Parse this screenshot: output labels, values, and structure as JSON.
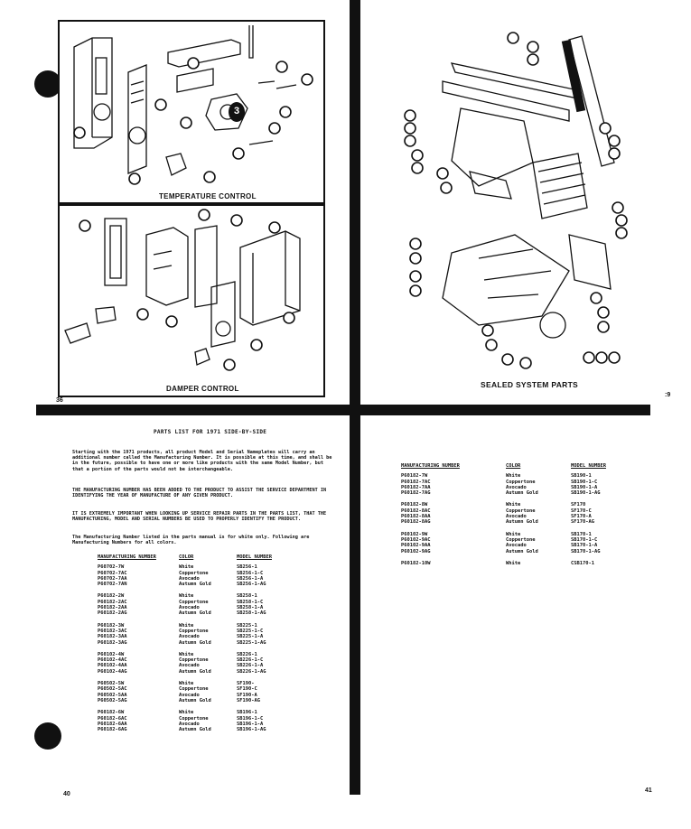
{
  "page_numbers": {
    "top_left": "36",
    "top_right": ":9",
    "bottom_left": "40",
    "bottom_right": "41"
  },
  "figures": {
    "temperature_control": "TEMPERATURE CONTROL",
    "damper_control": "DAMPER CONTROL",
    "sealed_system": "SEALED SYSTEM PARTS"
  },
  "stray_mark": "3",
  "parts_list": {
    "title": "PARTS LIST FOR 1971 SIDE-BY-SIDE",
    "paragraphs": [
      "Starting with the 1971 products, all product Model and Serial Nameplates will carry an additional number called the Manufacturing Number. It is possible at this time, and shall be in the future, possible to have one or more like products with the same Model Number, but that a portion of the parts would not be interchangeable.",
      "THE MANUFACTURING NUMBER HAS BEEN ADDED TO THE PRODUCT TO ASSIST THE SERVICE DEPARTMENT IN IDENTIFYING THE YEAR OF MANUFACTURE OF ANY GIVEN PRODUCT.",
      "IT IS EXTREMELY IMPORTANT WHEN LOOKING UP SERVICE REPAIR PARTS IN THE PARTS LIST, THAT THE MANUFACTURING, MODEL AND SERIAL NUMBERS BE USED TO PROPERLY IDENTIFY THE PRODUCT.",
      "The Manufacturing Number listed in the parts manual is for white only. Following are Manufacturing Numbers for all colors."
    ],
    "headers": {
      "mfg": "MANUFACTURING NUMBER",
      "color": "COLOR",
      "model": "MODEL NUMBER"
    },
    "left_groups": [
      [
        [
          "P60702-7W",
          "White",
          "SB256-1"
        ],
        [
          "P60702-7AC",
          "Coppertone",
          "SB256-1-C"
        ],
        [
          "P60702-7AA",
          "Avocado",
          "SB256-1-A"
        ],
        [
          "P60702-7AN",
          "Autumn Gold",
          "SB256-1-AG"
        ]
      ],
      [
        [
          "P60182-2W",
          "White",
          "SB258-1"
        ],
        [
          "P60182-2AC",
          "Coppertone",
          "SB258-1-C"
        ],
        [
          "P60182-2AA",
          "Avocado",
          "SB258-1-A"
        ],
        [
          "P60182-2AG",
          "Autumn Gold",
          "SB258-1-AG"
        ]
      ],
      [
        [
          "P60182-3W",
          "White",
          "SB225-1"
        ],
        [
          "P60182-3AC",
          "Coppertone",
          "SB225-1-C"
        ],
        [
          "P60182-3AA",
          "Avocado",
          "SB225-1-A"
        ],
        [
          "P60182-3AG",
          "Autumn Gold",
          "SB225-1-AG"
        ]
      ],
      [
        [
          "P60102-4W",
          "White",
          "SB226-1"
        ],
        [
          "P60102-4AC",
          "Coppertone",
          "SB226-1-C"
        ],
        [
          "P60102-4AA",
          "Avocado",
          "SB226-1-A"
        ],
        [
          "P60102-4AG",
          "Autumn Gold",
          "SB226-1-AG"
        ]
      ],
      [
        [
          "P60502-5W",
          "White",
          "SF190-"
        ],
        [
          "P60502-5AC",
          "Coppertone",
          "SF190-C"
        ],
        [
          "P60502-5AA",
          "Avocado",
          "SF190-A"
        ],
        [
          "P60502-5AG",
          "Autumn Gold",
          "SF190-AG"
        ]
      ],
      [
        [
          "P60182-6W",
          "White",
          "SB196-1"
        ],
        [
          "P60182-6AC",
          "Coppertone",
          "SB196-1-C"
        ],
        [
          "P60182-6AA",
          "Avocado",
          "SB196-1-A"
        ],
        [
          "P60182-6AG",
          "Autumn Gold",
          "SB196-1-AG"
        ]
      ]
    ],
    "right_groups": [
      [
        [
          "P60182-7W",
          "White",
          "SB190-1"
        ],
        [
          "P60182-7AC",
          "Coppertone",
          "SB190-1-C"
        ],
        [
          "P60182-7AA",
          "Avocado",
          "SB190-1-A"
        ],
        [
          "P60182-7AG",
          "Autumn Gold",
          "SB190-1-AG"
        ]
      ],
      [
        [
          "P60182-8W",
          "White",
          "SF170"
        ],
        [
          "P60182-8AC",
          "Coppertone",
          "SF170-C"
        ],
        [
          "P60182-8AA",
          "Avocado",
          "SF170-A"
        ],
        [
          "P60182-8AG",
          "Autumn Gold",
          "SF170-AG"
        ]
      ],
      [
        [
          "P60102-9W",
          "White",
          "SB170-1"
        ],
        [
          "P60102-9AC",
          "Coppertone",
          "SB170-1-C"
        ],
        [
          "P60102-9AA",
          "Avocado",
          "SB170-1-A"
        ],
        [
          "P60102-9AG",
          "Autumn Gold",
          "SB170-1-AG"
        ]
      ],
      [
        [
          "P60182-10W",
          "White",
          "CSB170-1"
        ]
      ]
    ]
  }
}
